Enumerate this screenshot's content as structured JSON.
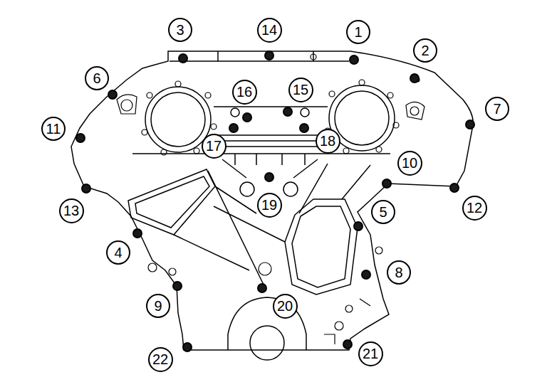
{
  "diagram": {
    "labels": [
      "3",
      "14",
      "1",
      "2",
      "6",
      "7",
      "16",
      "15",
      "11",
      "17",
      "18",
      "10",
      "19",
      "13",
      "12",
      "5",
      "4",
      "8",
      "9",
      "20",
      "22",
      "21"
    ]
  }
}
